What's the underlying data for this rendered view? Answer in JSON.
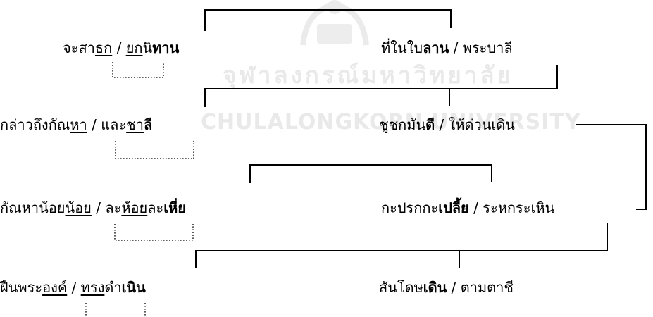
{
  "watermark": {
    "line1": "จุฬาลงกรณ์มหาวิทยาลัย",
    "line2": "CHULALONGKORN UNIVERSITY"
  },
  "stanza1": {
    "l1": {
      "a": "จะสา",
      "b": "ธก",
      "c": " / ",
      "d": "ยก",
      "e": "นิ",
      "f": "ทาน"
    },
    "r1": {
      "a": "ที่ในใบ",
      "b": "ลาน",
      "c": " / พระบาลี"
    }
  },
  "stanza2": {
    "l2": {
      "a": "กล่าวถึงกัณ",
      "b": "หา",
      "c": " / และ",
      "d": "ชา",
      "e": "ลี"
    },
    "r2": {
      "a": "ชูชกมัน",
      "b": "ตี",
      "c": " / ให้ด่วนเดิน"
    }
  },
  "stanza3": {
    "l3": {
      "a": "กัณหาน้อย",
      "b": "น้อย",
      "c": " / ละ",
      "d": "ห้อย",
      "e": "ละ",
      "f": "เหี่ย"
    },
    "r3": {
      "a": "กะปรกกะ",
      "b": "เปลี้ย",
      "c": " / ระหกระเหิน"
    }
  },
  "stanza4": {
    "l4": {
      "a": "ฝืนพระ",
      "b": "องค์",
      "c": " / ",
      "d": "ทรง",
      "e": "ดำ",
      "f": "เนิน"
    },
    "r4": {
      "a": "สันโดษ",
      "b": "เดิน",
      "c": " / ตามตาชี"
    }
  }
}
